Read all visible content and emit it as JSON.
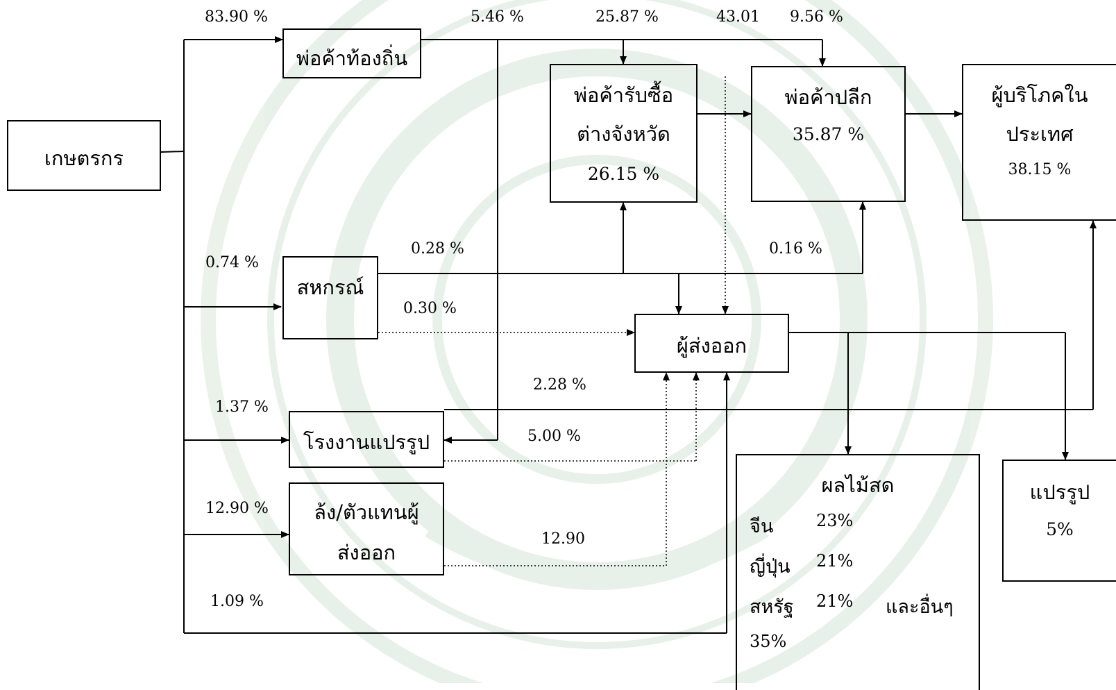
{
  "nodes": {
    "farmer": {
      "label": "เกษตรกร"
    },
    "local_trader": {
      "label": "พ่อค้าท้องถิ่น"
    },
    "provincial_buyer": {
      "label_line1": "พ่อค้ารับซื้อ",
      "label_line2": "ต่างจังหวัด",
      "percent": "26.15 %"
    },
    "retailer": {
      "label": "พ่อค้าปลีก",
      "percent": "35.87 %"
    },
    "domestic_consumer": {
      "label_line1": "ผู้บริโภคใน",
      "label_line2": "ประเทศ",
      "percent": "38.15 %"
    },
    "cooperative": {
      "label": "สหกรณ์"
    },
    "exporter": {
      "label": "ผู้ส่งออก"
    },
    "processing_factory": {
      "label": "โรงงานแปรรูป"
    },
    "packing_agent": {
      "label_line1": "ล้ง/ตัวแทนผู้",
      "label_line2": "ส่งออก"
    },
    "fresh_fruit": {
      "title": "ผลไม้สด",
      "rows": [
        {
          "country": "จีน",
          "share": "23%"
        },
        {
          "country": "ญี่ปุ่น",
          "share": "21%"
        },
        {
          "country": "สหรัฐ",
          "share": "21%",
          "extra": "และอื่นๆ"
        }
      ],
      "last_line": "35%"
    },
    "processed": {
      "label": "แปรรูป",
      "percent": "5%"
    }
  },
  "flow_labels": {
    "to_local_trader": "83.90 %",
    "local_to_factory": "5.46 %",
    "local_to_provincial": "25.87 %",
    "local_to_exporter": "43.01",
    "local_to_retailer": "9.56 %",
    "to_cooperative": "0.74 %",
    "coop_to_provincial": "0.28 %",
    "coop_to_retailer": "0.16 %",
    "coop_to_exporter": "0.30 %",
    "factory_to_consumer": "2.28  %",
    "to_factory": "1.37 %",
    "factory_to_exporter": "5.00 %",
    "to_packing_agent": "12.90 %",
    "agent_to_exporter": "12.90",
    "farmer_to_exporter": "1.09 %"
  },
  "colors": {
    "line": "#000000",
    "watermark": "#2e7d32"
  }
}
